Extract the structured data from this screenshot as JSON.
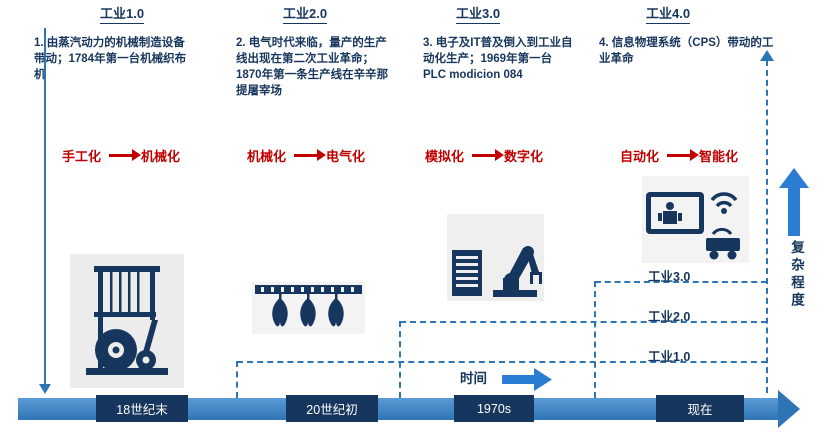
{
  "diagram": {
    "stages": [
      {
        "title": "工业1.0",
        "description": "1. 由蒸汽动力的机械制造设备带动；1784年第一台机械织布机",
        "transition_from": "手工化",
        "transition_to": "机械化",
        "era": "18世纪末",
        "icon": "loom-machine"
      },
      {
        "title": "工业2.0",
        "description": "2. 电气时代来临，量产的生产线出现在第二次工业革命；1870年第一条生产线在辛辛那提屠宰场",
        "transition_from": "机械化",
        "transition_to": "电气化",
        "era": "20世纪初",
        "icon": "assembly-line"
      },
      {
        "title": "工业3.0",
        "description": "3. 电子及IT普及倒入到工业自动化生产；1969年第一台PLC modicion 084",
        "transition_from": "模拟化",
        "transition_to": "数字化",
        "era": "1970s",
        "icon": "robot-arm"
      },
      {
        "title": "工业4.0",
        "description": "4. 信息物理系统（CPS）带动的工业革命",
        "transition_from": "自动化",
        "transition_to": "智能化",
        "era": "现在",
        "icon": "smart-devices"
      }
    ],
    "axes": {
      "time_label": "时间",
      "complexity_label": "复杂程度",
      "levels": [
        "工业3.0",
        "工业2.0",
        "工业1.0"
      ]
    },
    "colors": {
      "navy": "#17365D",
      "red": "#C00000",
      "line_blue": "#2E75B6",
      "arrow_blue": "#2B7CD3",
      "timeline_top": "#5B9BD5",
      "timeline_bottom": "#2E75B6"
    }
  }
}
